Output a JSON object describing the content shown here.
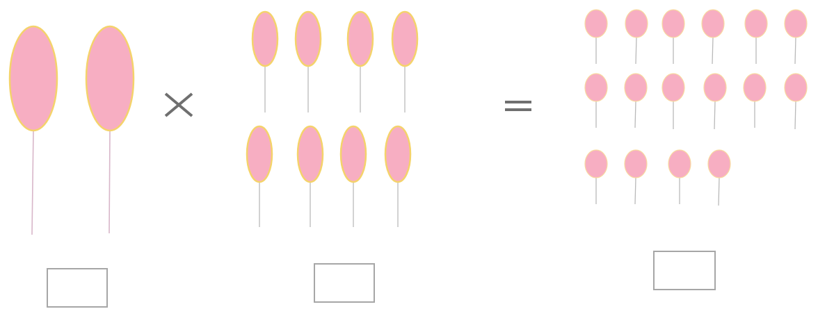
{
  "equation": {
    "operators": [
      "multiply-sign",
      "equals-sign"
    ],
    "groups": [
      {
        "name": "first-factor",
        "balloon_count": 2
      },
      {
        "name": "second-factor",
        "balloon_count": 8
      },
      {
        "name": "product",
        "balloon_count": 16
      }
    ],
    "answer_boxes": 3
  },
  "colors": {
    "balloon_fill": "#f7aec2",
    "balloon_outline": "#f4d36b",
    "string": "#b9b9b9",
    "operator": "#6f6f6f",
    "box_border": "#a6a6a6"
  }
}
